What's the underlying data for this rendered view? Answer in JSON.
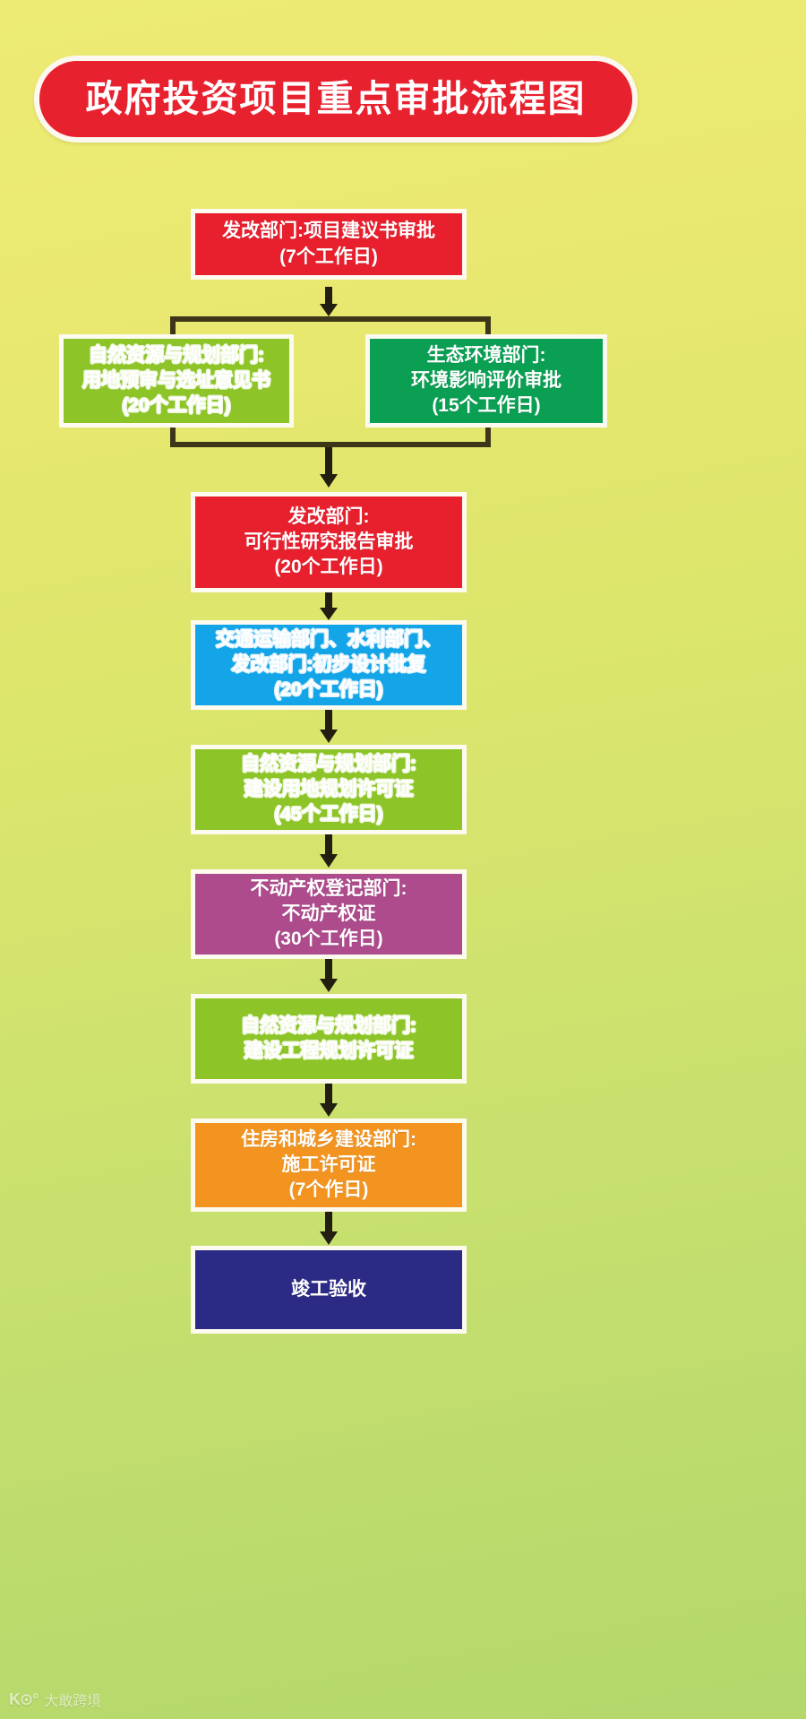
{
  "title": {
    "text": "政府投资项目重点审批流程图",
    "background": "#e8212f",
    "text_color": "#ffffff"
  },
  "background_colors": {
    "top": "#edeb74",
    "bottom": "#b4d86c"
  },
  "flow": {
    "nodes": [
      {
        "id": "node-1",
        "color": "#e8202e",
        "lines": [
          "发改部门:项目建议书审批",
          "(7个工作日)"
        ]
      },
      {
        "id": "node-2-left",
        "color": "#8dc428",
        "lines": [
          "自然资源与规划部门:",
          "用地预审与选址意见书",
          "(20个工作日)"
        ]
      },
      {
        "id": "node-2-right",
        "color": "#0a9f53",
        "lines": [
          "生态环境部门:",
          "环境影响评价审批",
          "(15个工作日)"
        ]
      },
      {
        "id": "node-3",
        "color": "#e8202e",
        "lines": [
          "发改部门:",
          "可行性研究报告审批",
          "(20个工作日)"
        ]
      },
      {
        "id": "node-4",
        "color": "#13a5e8",
        "lines": [
          "交通运输部门、水利部门、",
          "发改部门:初步设计批复",
          "(20个工作日)"
        ]
      },
      {
        "id": "node-5",
        "color": "#8dc428",
        "lines": [
          "自然资源与规划部门:",
          "建设用地规划许可证",
          "(45个工作日)"
        ]
      },
      {
        "id": "node-6",
        "color": "#ad4b8c",
        "lines": [
          "不动产权登记部门:",
          "不动产权证",
          "(30个工作日)"
        ]
      },
      {
        "id": "node-7",
        "color": "#8dc428",
        "lines": [
          "自然资源与规划部门:",
          "建设工程规划许可证"
        ]
      },
      {
        "id": "node-8",
        "color": "#f2941f",
        "lines": [
          "住房和城乡建设部门:",
          "施工许可证",
          "(7个作日)"
        ]
      },
      {
        "id": "node-9",
        "color": "#2b2b86",
        "lines": [
          "竣工验收"
        ]
      }
    ],
    "connector_color": "#3e3618"
  },
  "watermark": {
    "mark": "K⊙°",
    "text": "大敢跨境"
  }
}
